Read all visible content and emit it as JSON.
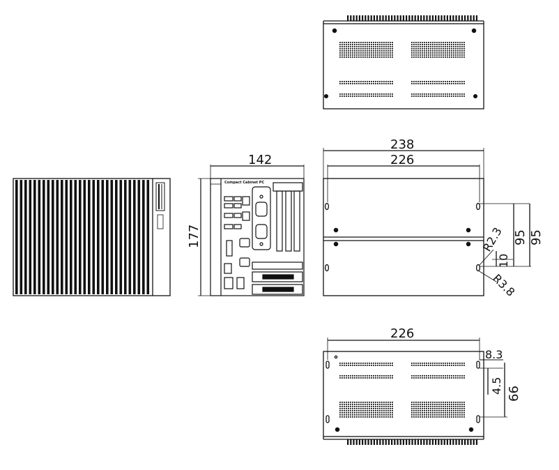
{
  "dimensions": {
    "front_width": "142",
    "front_height": "177",
    "rear_outer_width": "238",
    "rear_inner_width": "226",
    "rear_hole_spacing": "95",
    "rear_outer_spacing": "95",
    "rear_slot_offset": "10",
    "rear_radius_small": "R2.3",
    "rear_radius_large": "R3.8",
    "bottom_width": "226",
    "bottom_edge_offset": "8.3",
    "bottom_slot_height": "4.5",
    "bottom_hole_spacing": "66"
  },
  "front_panel_title": "Compact Cabinet PC",
  "colors": {
    "line": "#111111",
    "panel": "#ffffff"
  }
}
